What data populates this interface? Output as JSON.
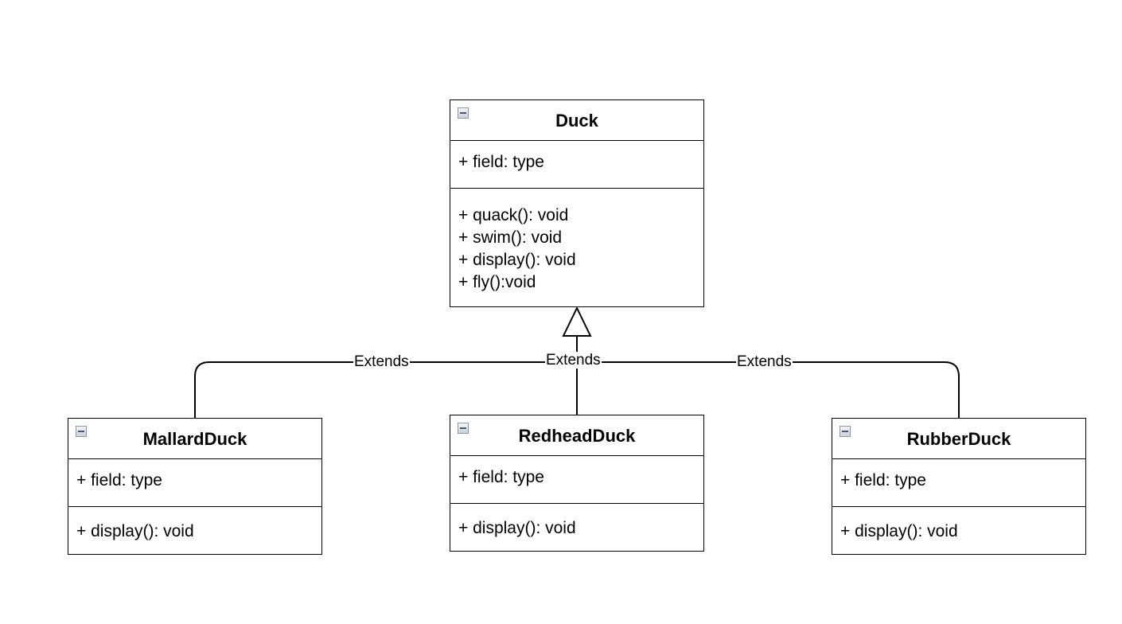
{
  "diagram": {
    "classes": {
      "duck": {
        "name": "Duck",
        "fields": [
          "+ field: type"
        ],
        "methods": [
          "+ quack(): void",
          "+ swim(): void",
          "+ display(): void",
          "+ fly():void"
        ]
      },
      "mallard": {
        "name": "MallardDuck",
        "fields": [
          "+ field: type"
        ],
        "methods": [
          "+ display(): void"
        ]
      },
      "redhead": {
        "name": "RedheadDuck",
        "fields": [
          "+ field: type"
        ],
        "methods": [
          "+ display(): void"
        ]
      },
      "rubber": {
        "name": "RubberDuck",
        "fields": [
          "+ field: type"
        ],
        "methods": [
          "+ display(): void"
        ]
      }
    },
    "relations": [
      {
        "from": "MallardDuck",
        "to": "Duck",
        "label": "Extends",
        "kind": "generalization"
      },
      {
        "from": "RedheadDuck",
        "to": "Duck",
        "label": "Extends",
        "kind": "generalization"
      },
      {
        "from": "RubberDuck",
        "to": "Duck",
        "label": "Extends",
        "kind": "generalization"
      }
    ],
    "colors": {
      "line": "#000000",
      "background": "#ffffff",
      "icon_border": "#8a97a6"
    }
  }
}
